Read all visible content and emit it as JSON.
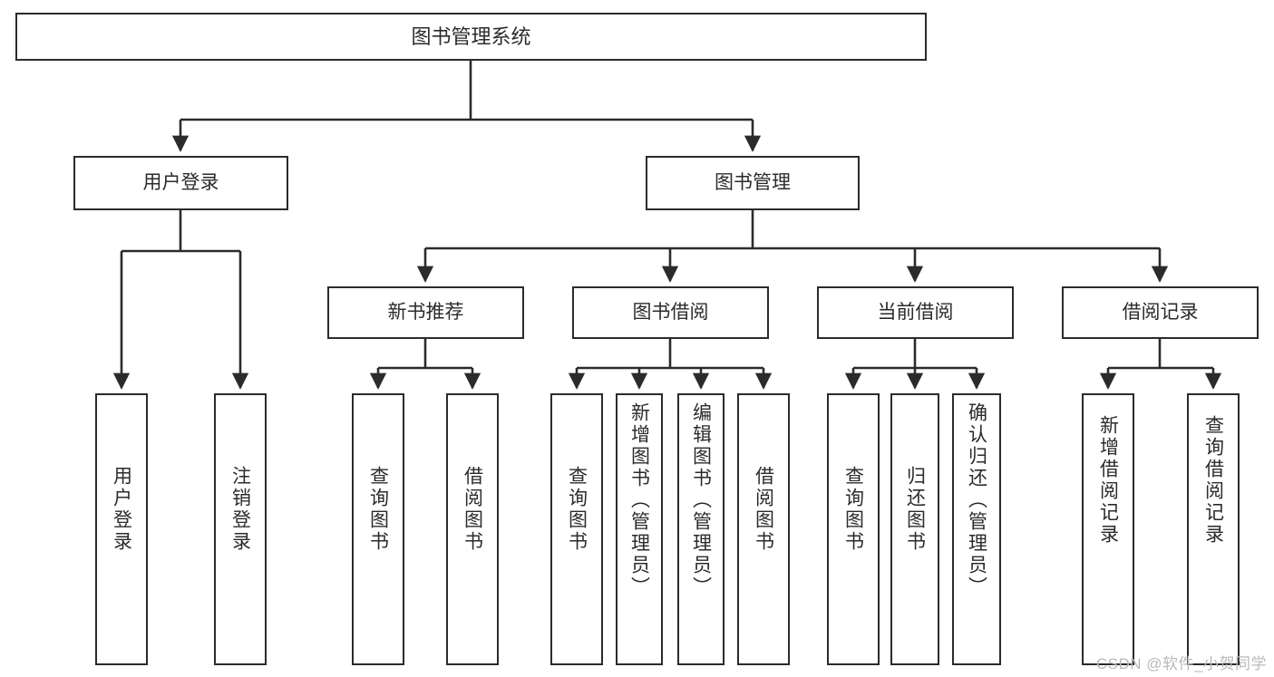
{
  "diagram": {
    "type": "tree",
    "title": "图书管理系统",
    "watermark": "CSDN @软件_小贺同学",
    "colors": {
      "stroke": "#2b2b2b",
      "fill": "#ffffff",
      "text": "#2b2b2b",
      "watermark": "#b9b9b9"
    },
    "nodes": {
      "root": {
        "label": "图书管理系统"
      },
      "level2": [
        {
          "label": "用户登录"
        },
        {
          "label": "图书管理"
        }
      ],
      "level3": [
        {
          "label": "新书推荐"
        },
        {
          "label": "图书借阅"
        },
        {
          "label": "当前借阅"
        },
        {
          "label": "借阅记录"
        }
      ],
      "leaves": {
        "user_login": [
          {
            "label": "用户登录"
          },
          {
            "label": "注销登录"
          }
        ],
        "new_books": [
          {
            "label": "查询图书"
          },
          {
            "label": "借阅图书"
          }
        ],
        "book_borrow": [
          {
            "label": "查询图书"
          },
          {
            "label": "新增图书（管理员）"
          },
          {
            "label": "编辑图书（管理员）"
          },
          {
            "label": "借阅图书"
          }
        ],
        "current_borrow": [
          {
            "label": "查询图书"
          },
          {
            "label": "归还图书"
          },
          {
            "label": "确认归还（管理员）"
          }
        ],
        "borrow_record": [
          {
            "label": "新增借阅记录"
          },
          {
            "label": "查询借阅记录"
          }
        ]
      }
    }
  }
}
